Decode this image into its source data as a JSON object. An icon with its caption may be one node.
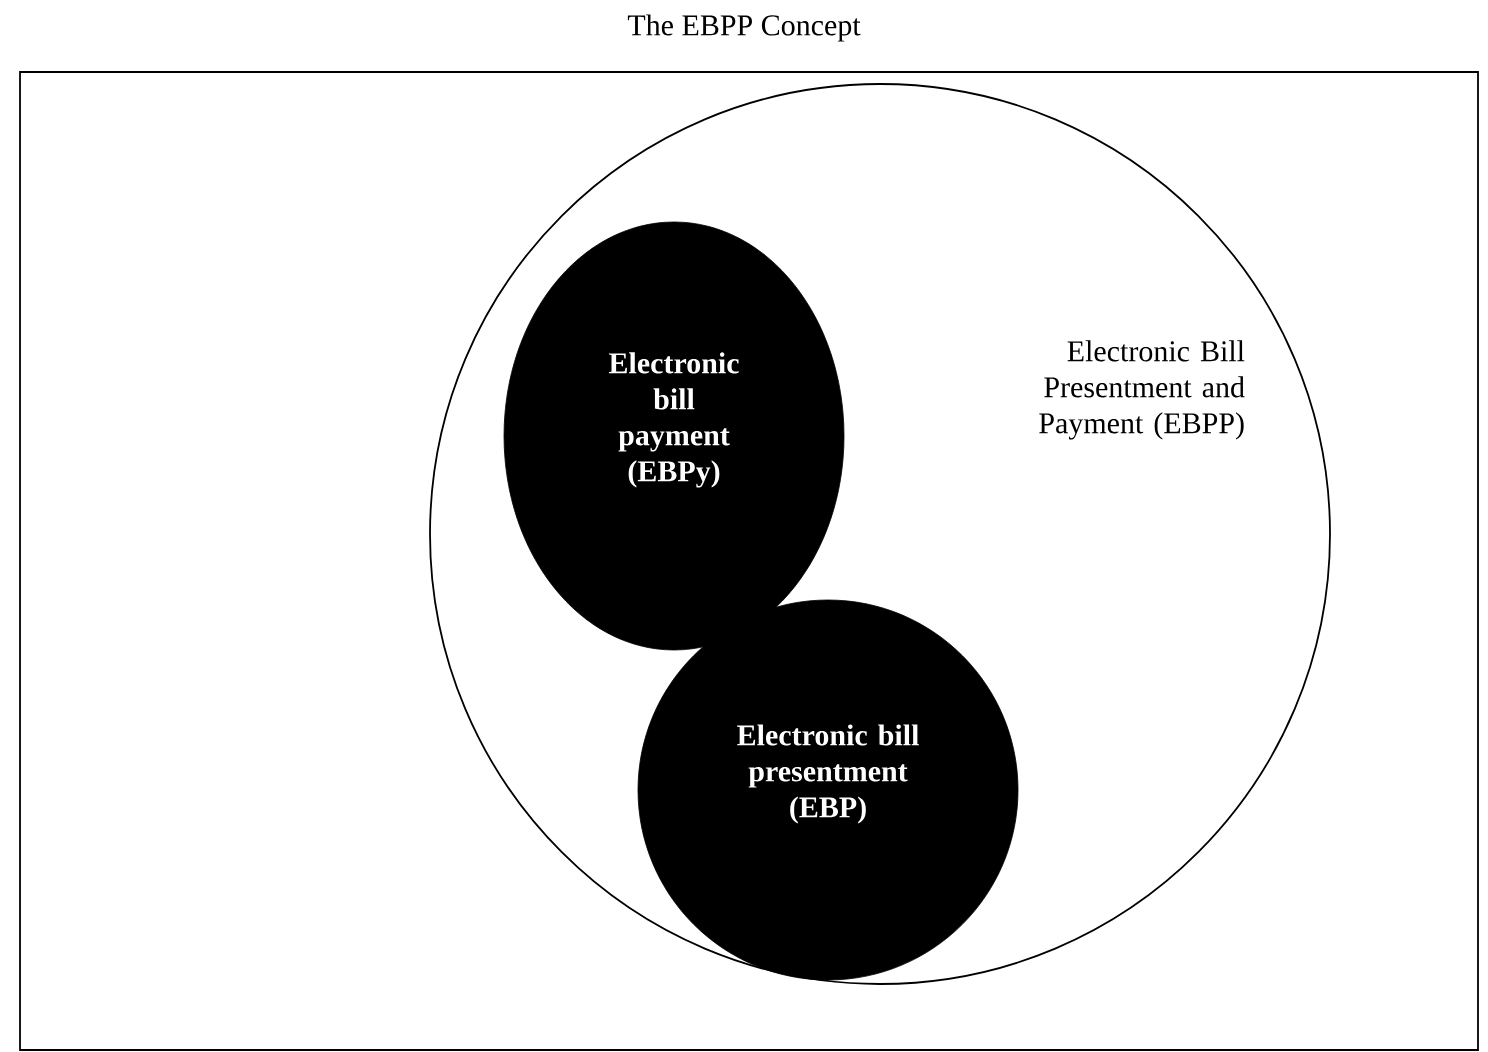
{
  "diagram": {
    "title": "The EBPP Concept",
    "nodes": [
      {
        "text": [
          "Electronic Bill Presentment and Payment (EBPP)"
        ]
      },
      {
        "text": [
          "Electronic bill payment (EBPy)"
        ],
        "in": 0
      },
      {
        "text": [
          "Electronic bill presentment (EBP)"
        ],
        "in": 0
      }
    ]
  }
}
